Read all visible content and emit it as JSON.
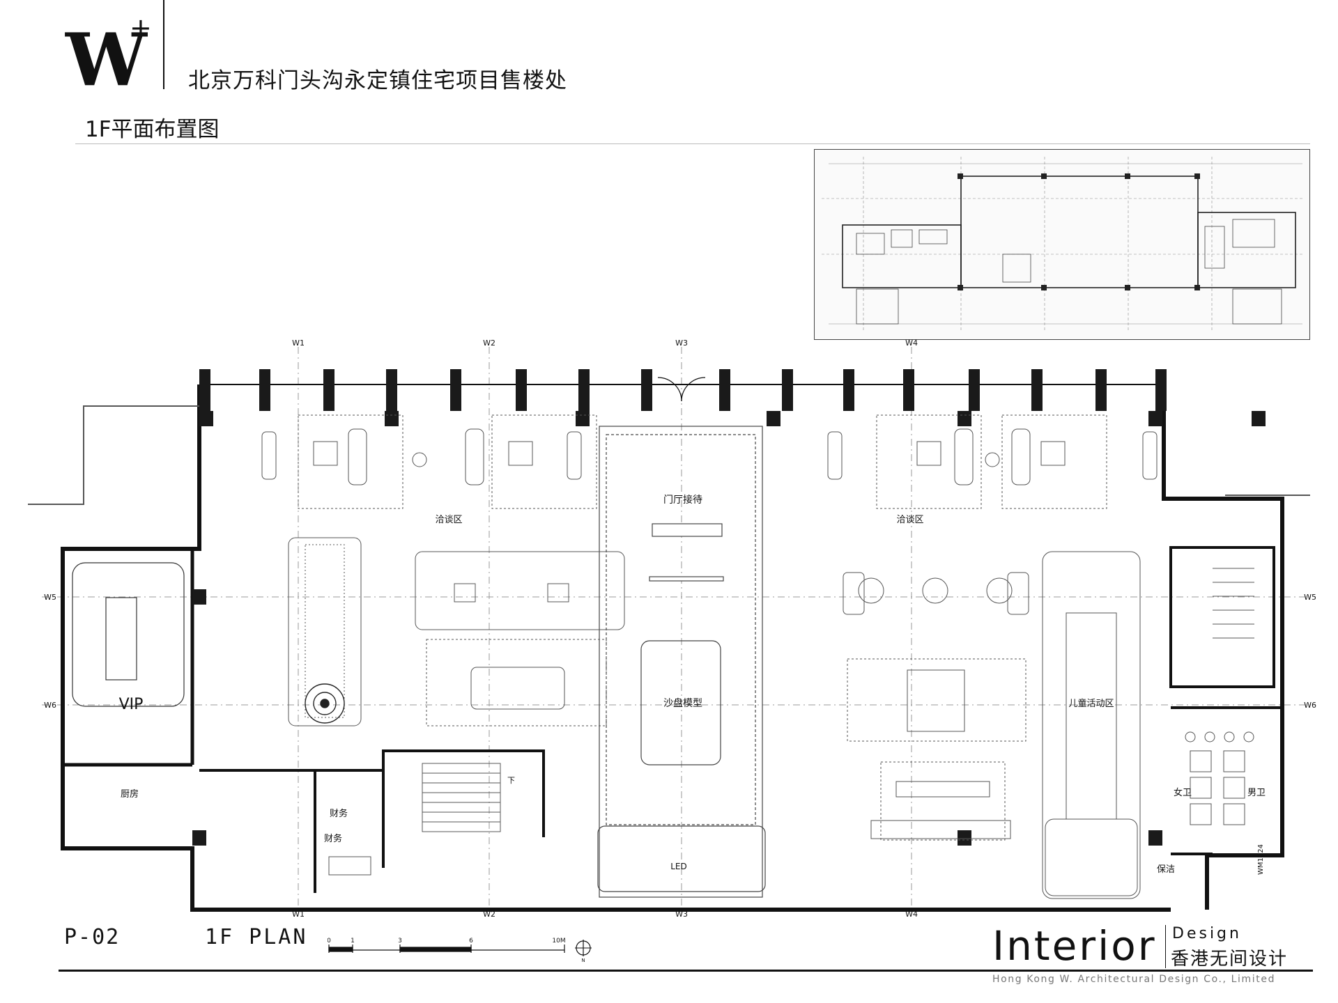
{
  "header": {
    "logo_letter": "W",
    "logo_plus": "+",
    "project_title": "北京万科门头沟永定镇住宅项目售楼处",
    "drawing_title": "1F平面布置图"
  },
  "plan": {
    "grid_top": [
      "W1",
      "W2",
      "W3",
      "W4"
    ],
    "grid_bottom": [
      "W1",
      "W2",
      "W3",
      "W4"
    ],
    "grid_left": [
      "W5",
      "W6"
    ],
    "grid_right": [
      "W5",
      "W6"
    ],
    "rooms": {
      "negotiation_left": "洽谈区",
      "negotiation_right": "洽谈区",
      "lobby": "门厅接待",
      "sand_table": "沙盘模型",
      "kids_area": "儿童活动区",
      "vip": "VIP",
      "kitchen": "厨房",
      "finance_1": "财务",
      "finance_2": "财务",
      "female_wc": "女卫",
      "male_wc": "男卫",
      "cleaning": "保洁",
      "led": "LED",
      "door_code": "WM1224",
      "stair_down": "下"
    }
  },
  "footer": {
    "sheet_no": "P-02",
    "plan_name": "1F PLAN",
    "scale_ticks": [
      "0",
      "1",
      "3",
      "6",
      "10M"
    ],
    "north": "N",
    "brand_main": "Interior",
    "brand_design": "Design",
    "brand_cn": "香港无间设计",
    "brand_en": "Hong Kong W. Architectural Design Co., Limited"
  }
}
